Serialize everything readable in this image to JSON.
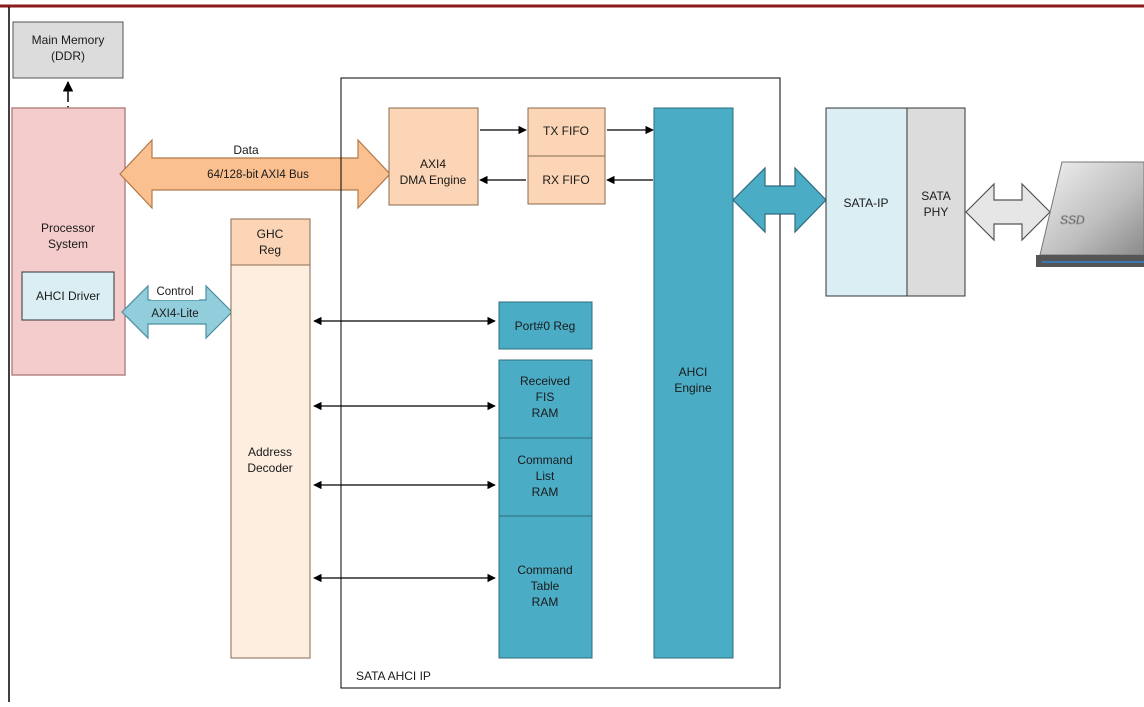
{
  "diagram": {
    "main_memory": [
      "Main Memory",
      "(DDR)"
    ],
    "processor_system": [
      "Processor",
      "System"
    ],
    "ahci_driver": "AHCI Driver",
    "data_bus_title": "Data",
    "data_bus_label": "64/128-bit AXI4 Bus",
    "control_label": "Control",
    "axi4_lite_label": "AXI4-Lite",
    "ghc_reg": [
      "GHC",
      "Reg"
    ],
    "address_decoder": [
      "Address",
      "Decoder"
    ],
    "axi4_dma_engine": [
      "AXI4",
      "DMA Engine"
    ],
    "tx_fifo": "TX FIFO",
    "rx_fifo": "RX FIFO",
    "port0_reg": "Port#0 Reg",
    "received_fis_ram": [
      "Received",
      "FIS",
      "RAM"
    ],
    "command_list_ram": [
      "Command",
      "List",
      "RAM"
    ],
    "command_table_ram": [
      "Command",
      "Table",
      "RAM"
    ],
    "ahci_engine": [
      "AHCI",
      "Engine"
    ],
    "sata_ip": "SATA-IP",
    "sata_phy": [
      "SATA",
      "PHY"
    ],
    "ssd_label": "SSD",
    "container_label": "SATA AHCI IP"
  },
  "colors": {
    "header_line": "#8b1a1a",
    "pink_block": "#f4cccc",
    "pink_border": "#b98585",
    "gray_block": "#dcdcdc",
    "peach_block": "#fbd5b5",
    "peach_light": "#fdeee0",
    "teal_block": "#4bacc6",
    "light_blue": "#daeef3",
    "bus_orange": "#fac090",
    "bus_blue": "#92cddc"
  }
}
